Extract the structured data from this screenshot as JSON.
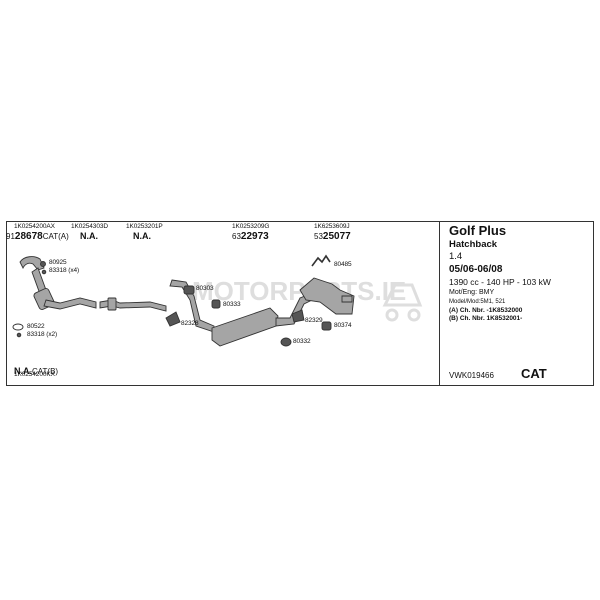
{
  "parts_row": [
    {
      "code": "1K0254200AX",
      "prefix": "91",
      "number": "28678",
      "suffix": "CAT(A)"
    },
    {
      "code": "1K0254303D",
      "number": "N.A."
    },
    {
      "code": "1K0253201P",
      "number": "N.A."
    },
    {
      "code": "1K0253209G",
      "prefix": "63",
      "number": "22973"
    },
    {
      "code": "1K6253609J",
      "prefix": "53",
      "number": "25077"
    }
  ],
  "bottom_left": {
    "number": "N.A.",
    "suffix": "CAT(B)",
    "code": "1K0254200KX"
  },
  "part_labels": [
    "80485",
    "80303",
    "80333",
    "82328",
    "82329",
    "80374",
    "80332",
    "80925",
    "83318 (x4)",
    "80522",
    "83318 (x2)"
  ],
  "watermark": "MOTORPARTS.IE",
  "vehicle": {
    "model": "Golf Plus",
    "body": "Hatchback",
    "engine_size": "1.4",
    "dates": "05/06-06/08",
    "power": "1390 cc - 140 HP - 103 kW",
    "engine_code": "Mot/Eng: BMY",
    "model_mod": "Model/Mod:5M1, 521",
    "chassis_a": "(A) Ch. Nbr. -1K8532000",
    "chassis_b": "(B) Ch. Nbr. 1K8532001-"
  },
  "footer": {
    "ref": "VWK019466",
    "cat": "CAT"
  },
  "colors": {
    "line": "#333333",
    "part_fill": "#9a9a9a",
    "watermark": "#d9d9d9"
  }
}
